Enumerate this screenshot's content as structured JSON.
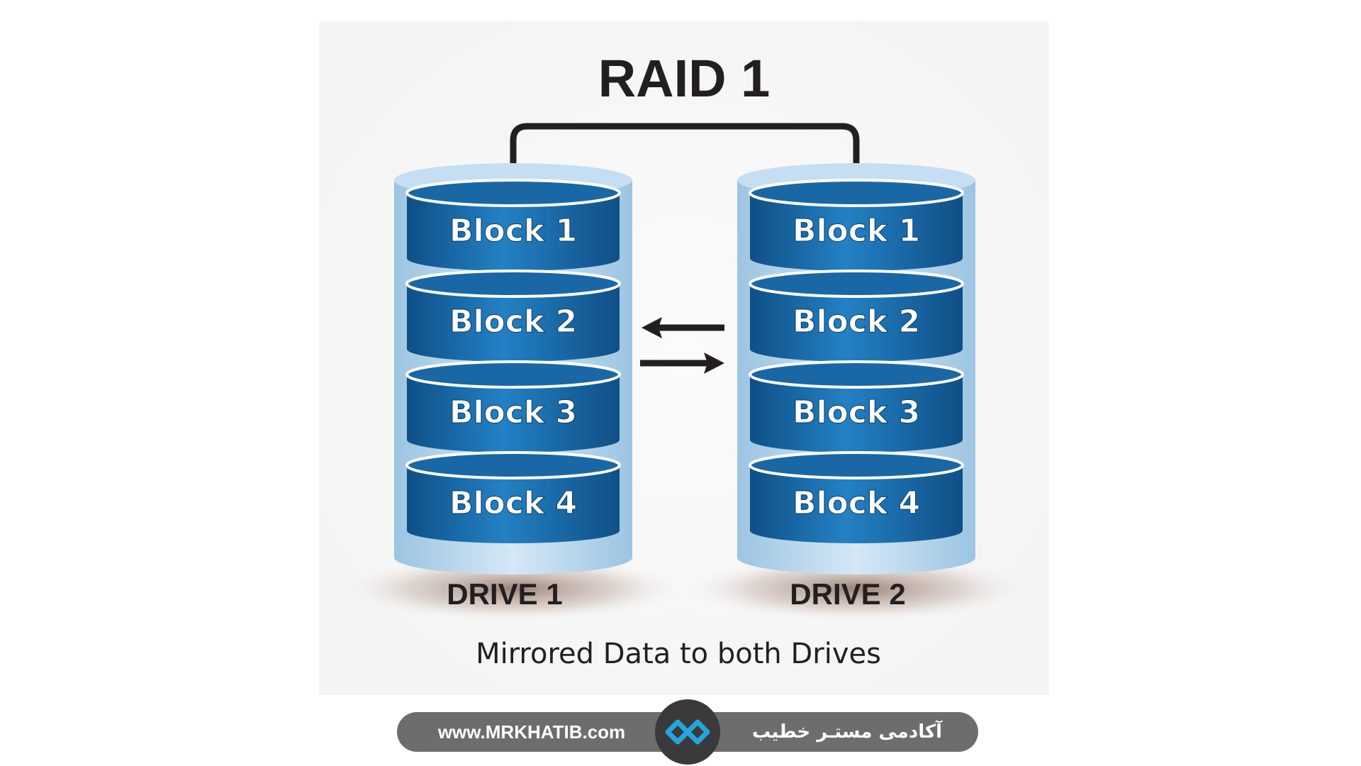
{
  "title": "RAID 1",
  "drives": [
    {
      "label": "DRIVE 1",
      "blocks": [
        "Block 1",
        "Block 2",
        "Block 3",
        "Block 4"
      ]
    },
    {
      "label": "DRIVE 2",
      "blocks": [
        "Block 1",
        "Block 2",
        "Block 3",
        "Block 4"
      ]
    }
  ],
  "caption": "Mirrored Data to both Drives",
  "branding": {
    "url": "www.MRKHATIB.com",
    "name": "آکادمی مستـر خطیب",
    "logo_icon": "infinity-diamond-logo-icon"
  },
  "colors": {
    "block_fill": "#1b6fae",
    "block_top": "#ffffff",
    "container": "#b8d6ec",
    "text_dark": "#231f20",
    "brand_accent": "#22a6de"
  }
}
